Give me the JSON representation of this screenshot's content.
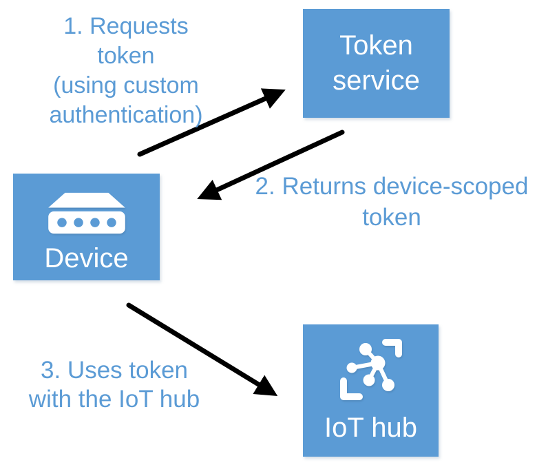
{
  "diagram": {
    "background": "#ffffff",
    "colors": {
      "node_fill": "#5b9bd5",
      "node_text": "#ffffff",
      "step_label_text": "#5b9bd5",
      "arrow": "#000000"
    },
    "nodes": {
      "token_service": {
        "line1": "Token",
        "line2": "service"
      },
      "device": {
        "label": "Device",
        "icon": "device-icon"
      },
      "iot_hub": {
        "label": "IoT hub",
        "icon": "iot-hub-icon"
      }
    },
    "steps": {
      "step1": {
        "line1": "1. Requests",
        "line2": "token",
        "line3": "(using custom",
        "line4": "authentication)"
      },
      "step2": {
        "line1": "2. Returns device-scoped",
        "line2": "token"
      },
      "step3": {
        "line1": "3. Uses token",
        "line2": "with the IoT hub"
      }
    },
    "arrows": {
      "request_token": {
        "from": "device",
        "to": "token-service"
      },
      "return_token": {
        "from": "token-service",
        "to": "device"
      },
      "use_token": {
        "from": "device",
        "to": "iot-hub"
      }
    }
  }
}
